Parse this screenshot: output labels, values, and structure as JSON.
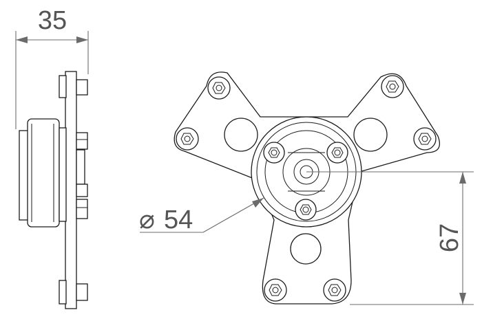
{
  "dimensions": {
    "width_label": "35",
    "diameter_symbol": "⌀",
    "diameter_value": "54",
    "height_label": "67"
  },
  "colors": {
    "line": "#1a1a1a",
    "dimension": "#6b6b6b",
    "background": "#ffffff"
  }
}
